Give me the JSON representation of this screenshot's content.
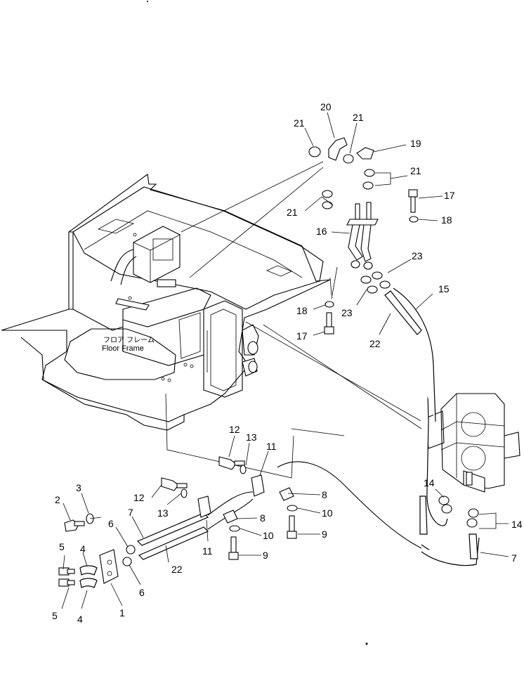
{
  "diagram": {
    "frame_label_jp": "フロア フレーム",
    "frame_label_en": "Floor Frame",
    "callouts": [
      {
        "id": "c20",
        "text": "20"
      },
      {
        "id": "c21a",
        "text": "21"
      },
      {
        "id": "c21b",
        "text": "21"
      },
      {
        "id": "c19",
        "text": "19"
      },
      {
        "id": "c21c",
        "text": "21"
      },
      {
        "id": "c21d",
        "text": "21"
      },
      {
        "id": "c17a",
        "text": "17"
      },
      {
        "id": "c18a",
        "text": "18"
      },
      {
        "id": "c16",
        "text": "16"
      },
      {
        "id": "c23a",
        "text": "23"
      },
      {
        "id": "c15",
        "text": "15"
      },
      {
        "id": "c23b",
        "text": "23"
      },
      {
        "id": "c18b",
        "text": "18"
      },
      {
        "id": "c17b",
        "text": "17"
      },
      {
        "id": "c22a",
        "text": "22"
      },
      {
        "id": "c12a",
        "text": "12"
      },
      {
        "id": "c13a",
        "text": "13"
      },
      {
        "id": "c11a",
        "text": "11"
      },
      {
        "id": "c8a",
        "text": "8"
      },
      {
        "id": "c10a",
        "text": "10"
      },
      {
        "id": "c9a",
        "text": "9"
      },
      {
        "id": "c12b",
        "text": "12"
      },
      {
        "id": "c13b",
        "text": "13"
      },
      {
        "id": "c8b",
        "text": "8"
      },
      {
        "id": "c10b",
        "text": "10"
      },
      {
        "id": "c9b",
        "text": "9"
      },
      {
        "id": "c2",
        "text": "2"
      },
      {
        "id": "c3",
        "text": "3"
      },
      {
        "id": "c7a",
        "text": "7"
      },
      {
        "id": "c6a",
        "text": "6"
      },
      {
        "id": "c6b",
        "text": "6"
      },
      {
        "id": "c22b",
        "text": "22"
      },
      {
        "id": "c11b",
        "text": "11"
      },
      {
        "id": "c5a",
        "text": "5"
      },
      {
        "id": "c4a",
        "text": "4"
      },
      {
        "id": "c5b",
        "text": "5"
      },
      {
        "id": "c4b",
        "text": "4"
      },
      {
        "id": "c1",
        "text": "1"
      },
      {
        "id": "c14a",
        "text": "14"
      },
      {
        "id": "c14b",
        "text": "14"
      },
      {
        "id": "c7b",
        "text": "7"
      }
    ]
  }
}
